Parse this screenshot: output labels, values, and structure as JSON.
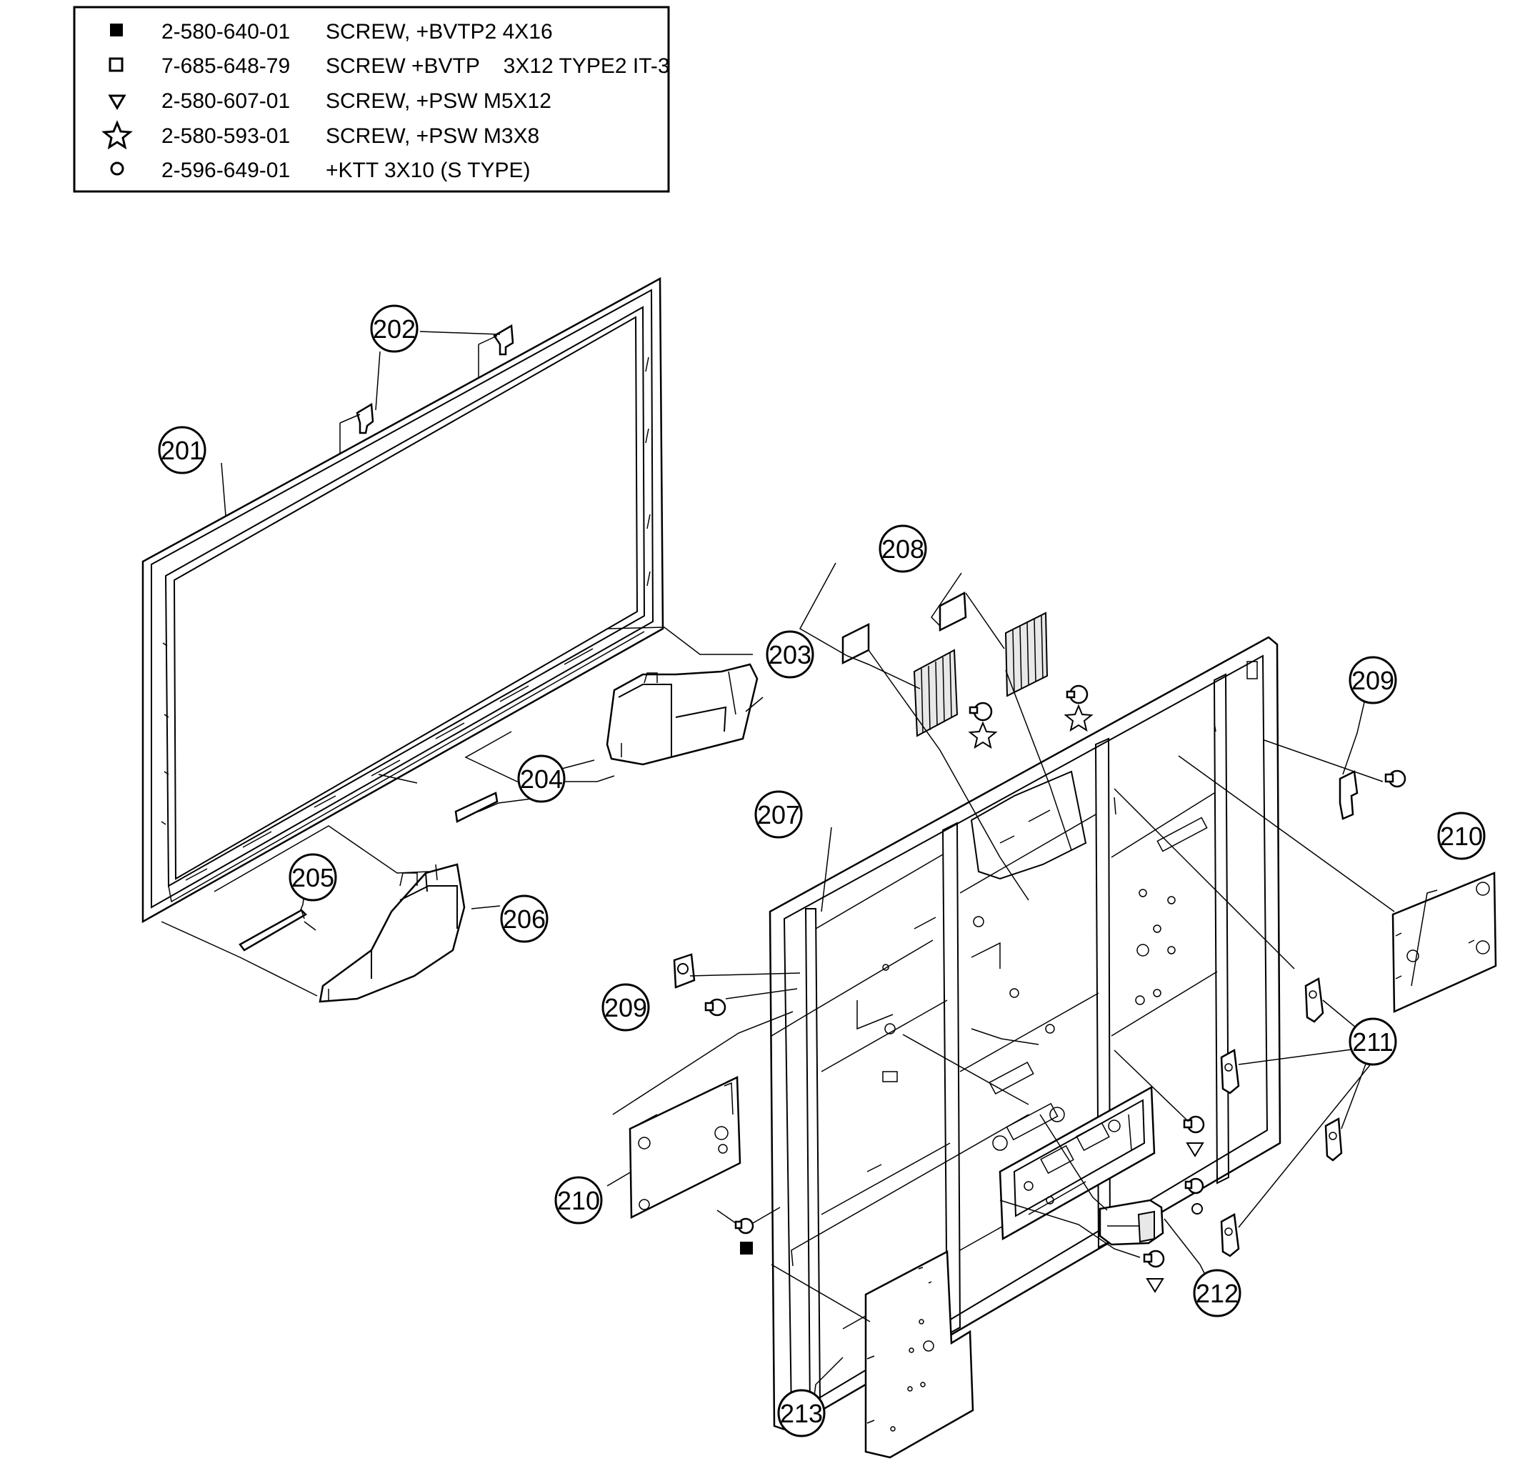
{
  "legend": [
    {
      "symbol": "filled-square",
      "part_no": "2-580-640-01",
      "desc": "SCREW, +BVTP2 4X16"
    },
    {
      "symbol": "open-square",
      "part_no": "7-685-648-79",
      "desc": "SCREW +BVTP    3X12 TYPE2 IT-3"
    },
    {
      "symbol": "triangle-down",
      "part_no": "2-580-607-01",
      "desc": "SCREW, +PSW M5X12"
    },
    {
      "symbol": "star",
      "part_no": "2-580-593-01",
      "desc": "SCREW, +PSW M3X8"
    },
    {
      "symbol": "circle",
      "part_no": "2-596-649-01",
      "desc": "+KTT 3X10 (S TYPE)"
    }
  ],
  "callouts": {
    "c201": "201",
    "c202": "202",
    "c203": "203",
    "c204": "204",
    "c205": "205",
    "c206": "206",
    "c207": "207",
    "c208": "208",
    "c209a": "209",
    "c209b": "209",
    "c210a": "210",
    "c210b": "210",
    "c211": "211",
    "c212": "212",
    "c213": "213"
  }
}
